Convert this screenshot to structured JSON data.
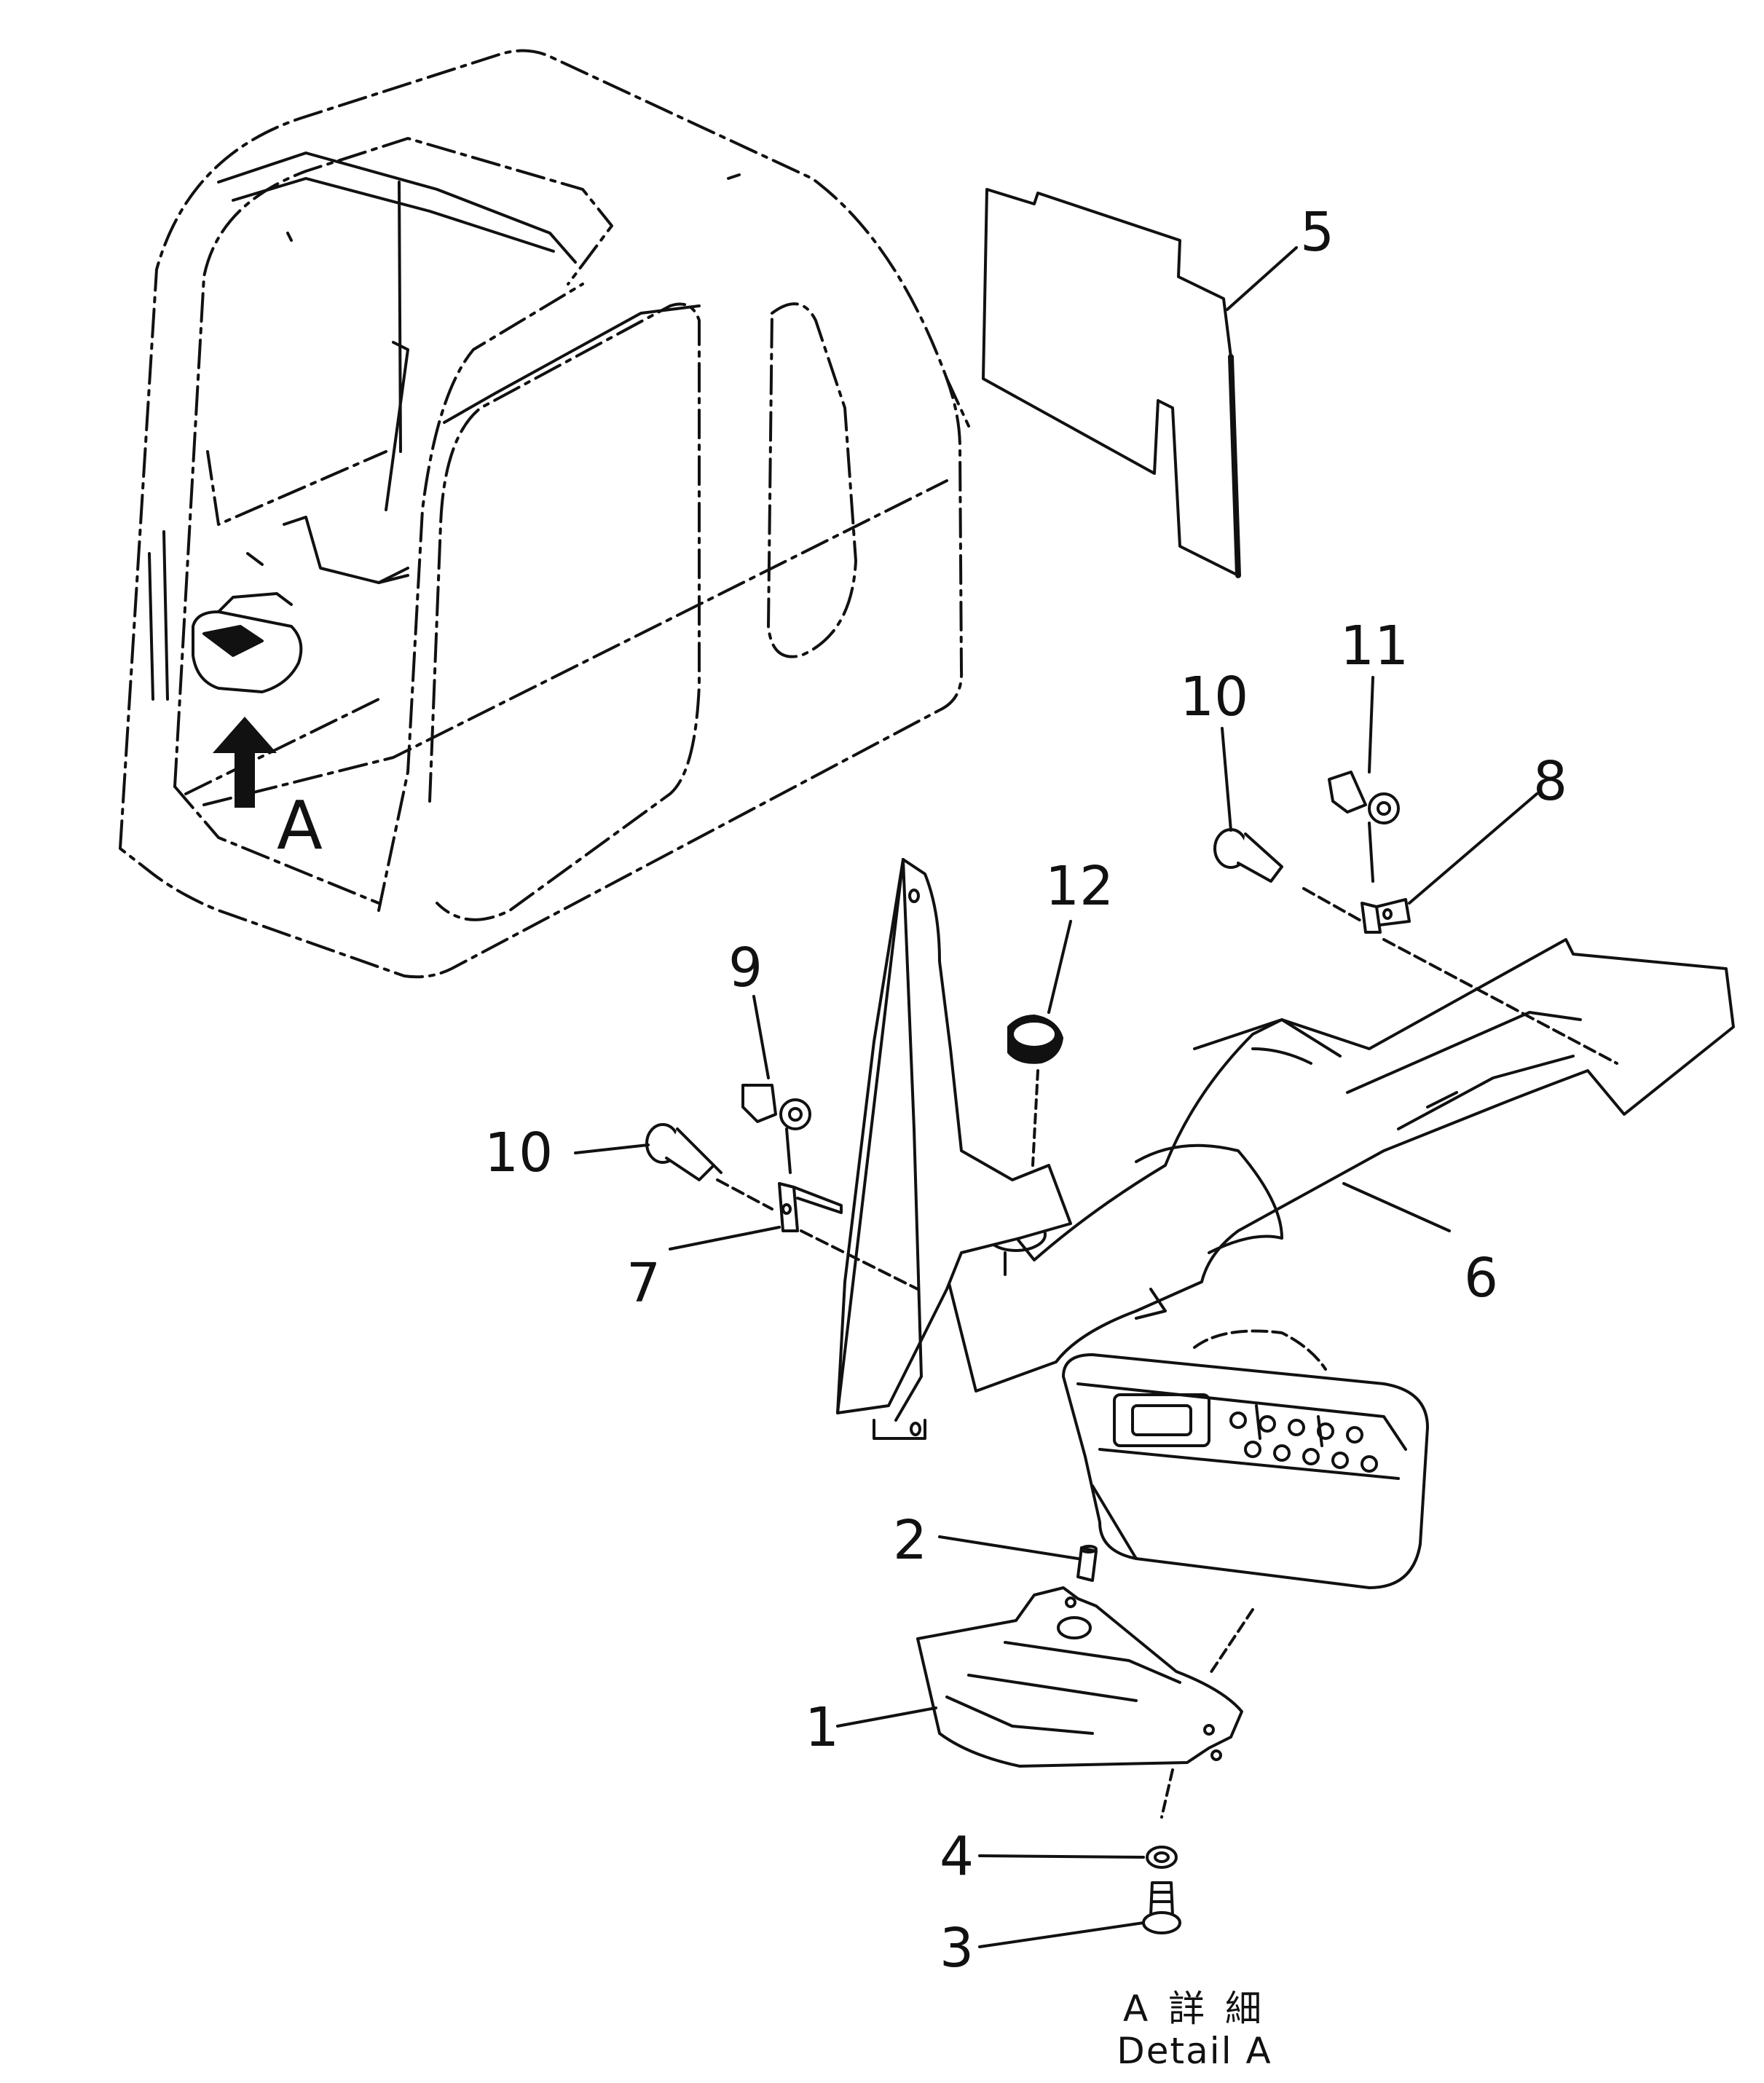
{
  "callouts": {
    "c1": "1",
    "c2": "2",
    "c3": "3",
    "c4": "4",
    "c5": "5",
    "c6": "6",
    "c7": "7",
    "c8": "8",
    "c9": "9",
    "c10a": "10",
    "c10b": "10",
    "c11": "11",
    "c12": "12"
  },
  "view_marker": "A",
  "detail_caption": {
    "japanese": "A 詳 細",
    "english": "Detail A"
  },
  "colors": {
    "line": "#111111",
    "background": "#ffffff"
  }
}
